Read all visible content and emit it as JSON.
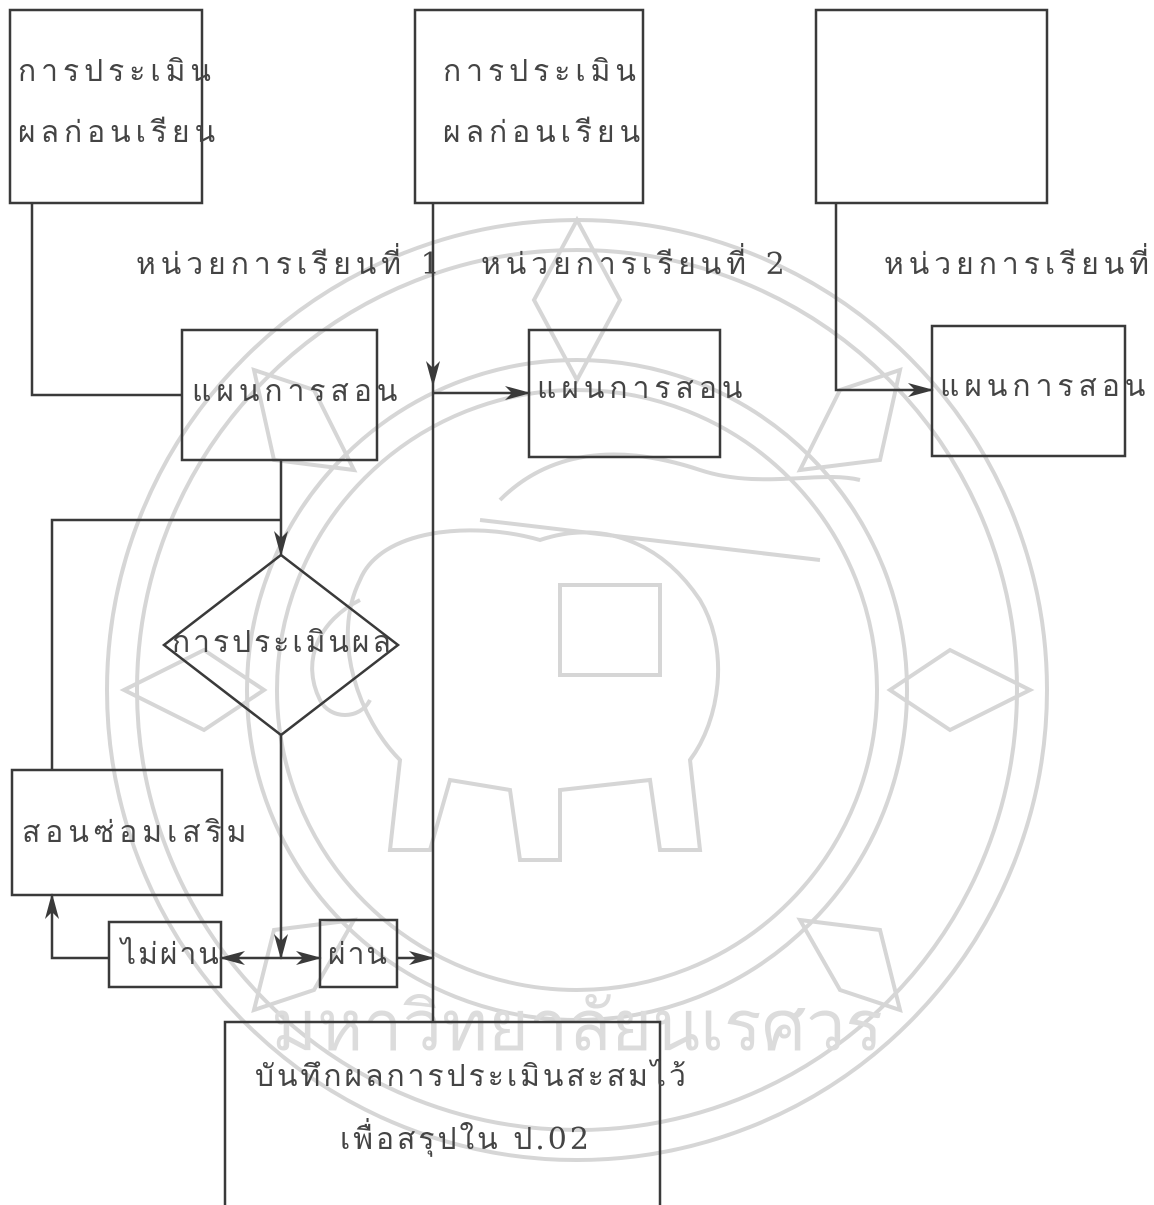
{
  "diagram": {
    "unit1": {
      "pre_assessment": [
        "การประเมิน",
        "ผลก่อนเรียน"
      ],
      "label": "หน่วยการเรียนที่ 1",
      "teaching_plan": "แผนการสอน",
      "evaluation": "การประเมินผล",
      "remedial": "สอนซ่อมเสริม",
      "fail": "ไม่ผ่าน",
      "pass": "ผ่าน"
    },
    "unit2": {
      "pre_assessment": [
        "การประเมิน",
        "ผลก่อนเรียน"
      ],
      "label": "หน่วยการเรียนที่ 2",
      "teaching_plan": "แผนการสอน"
    },
    "unit3": {
      "pre_assessment": [
        "",
        ""
      ],
      "label": "หน่วยการเรียนที่..",
      "teaching_plan": "แผนการสอน"
    },
    "record": [
      "บันทึกผลการประเมินสะสมไว้",
      "เพื่อสรุปใน ป.02"
    ]
  },
  "colors": {
    "stroke": "#3a3a3a",
    "text": "#444444",
    "watermark": "#d6d6d6"
  },
  "watermark": {
    "arc_text": "มหาวิทยาลัยนเรศวร",
    "icon": "naresuan-elephant-seal-icon"
  }
}
